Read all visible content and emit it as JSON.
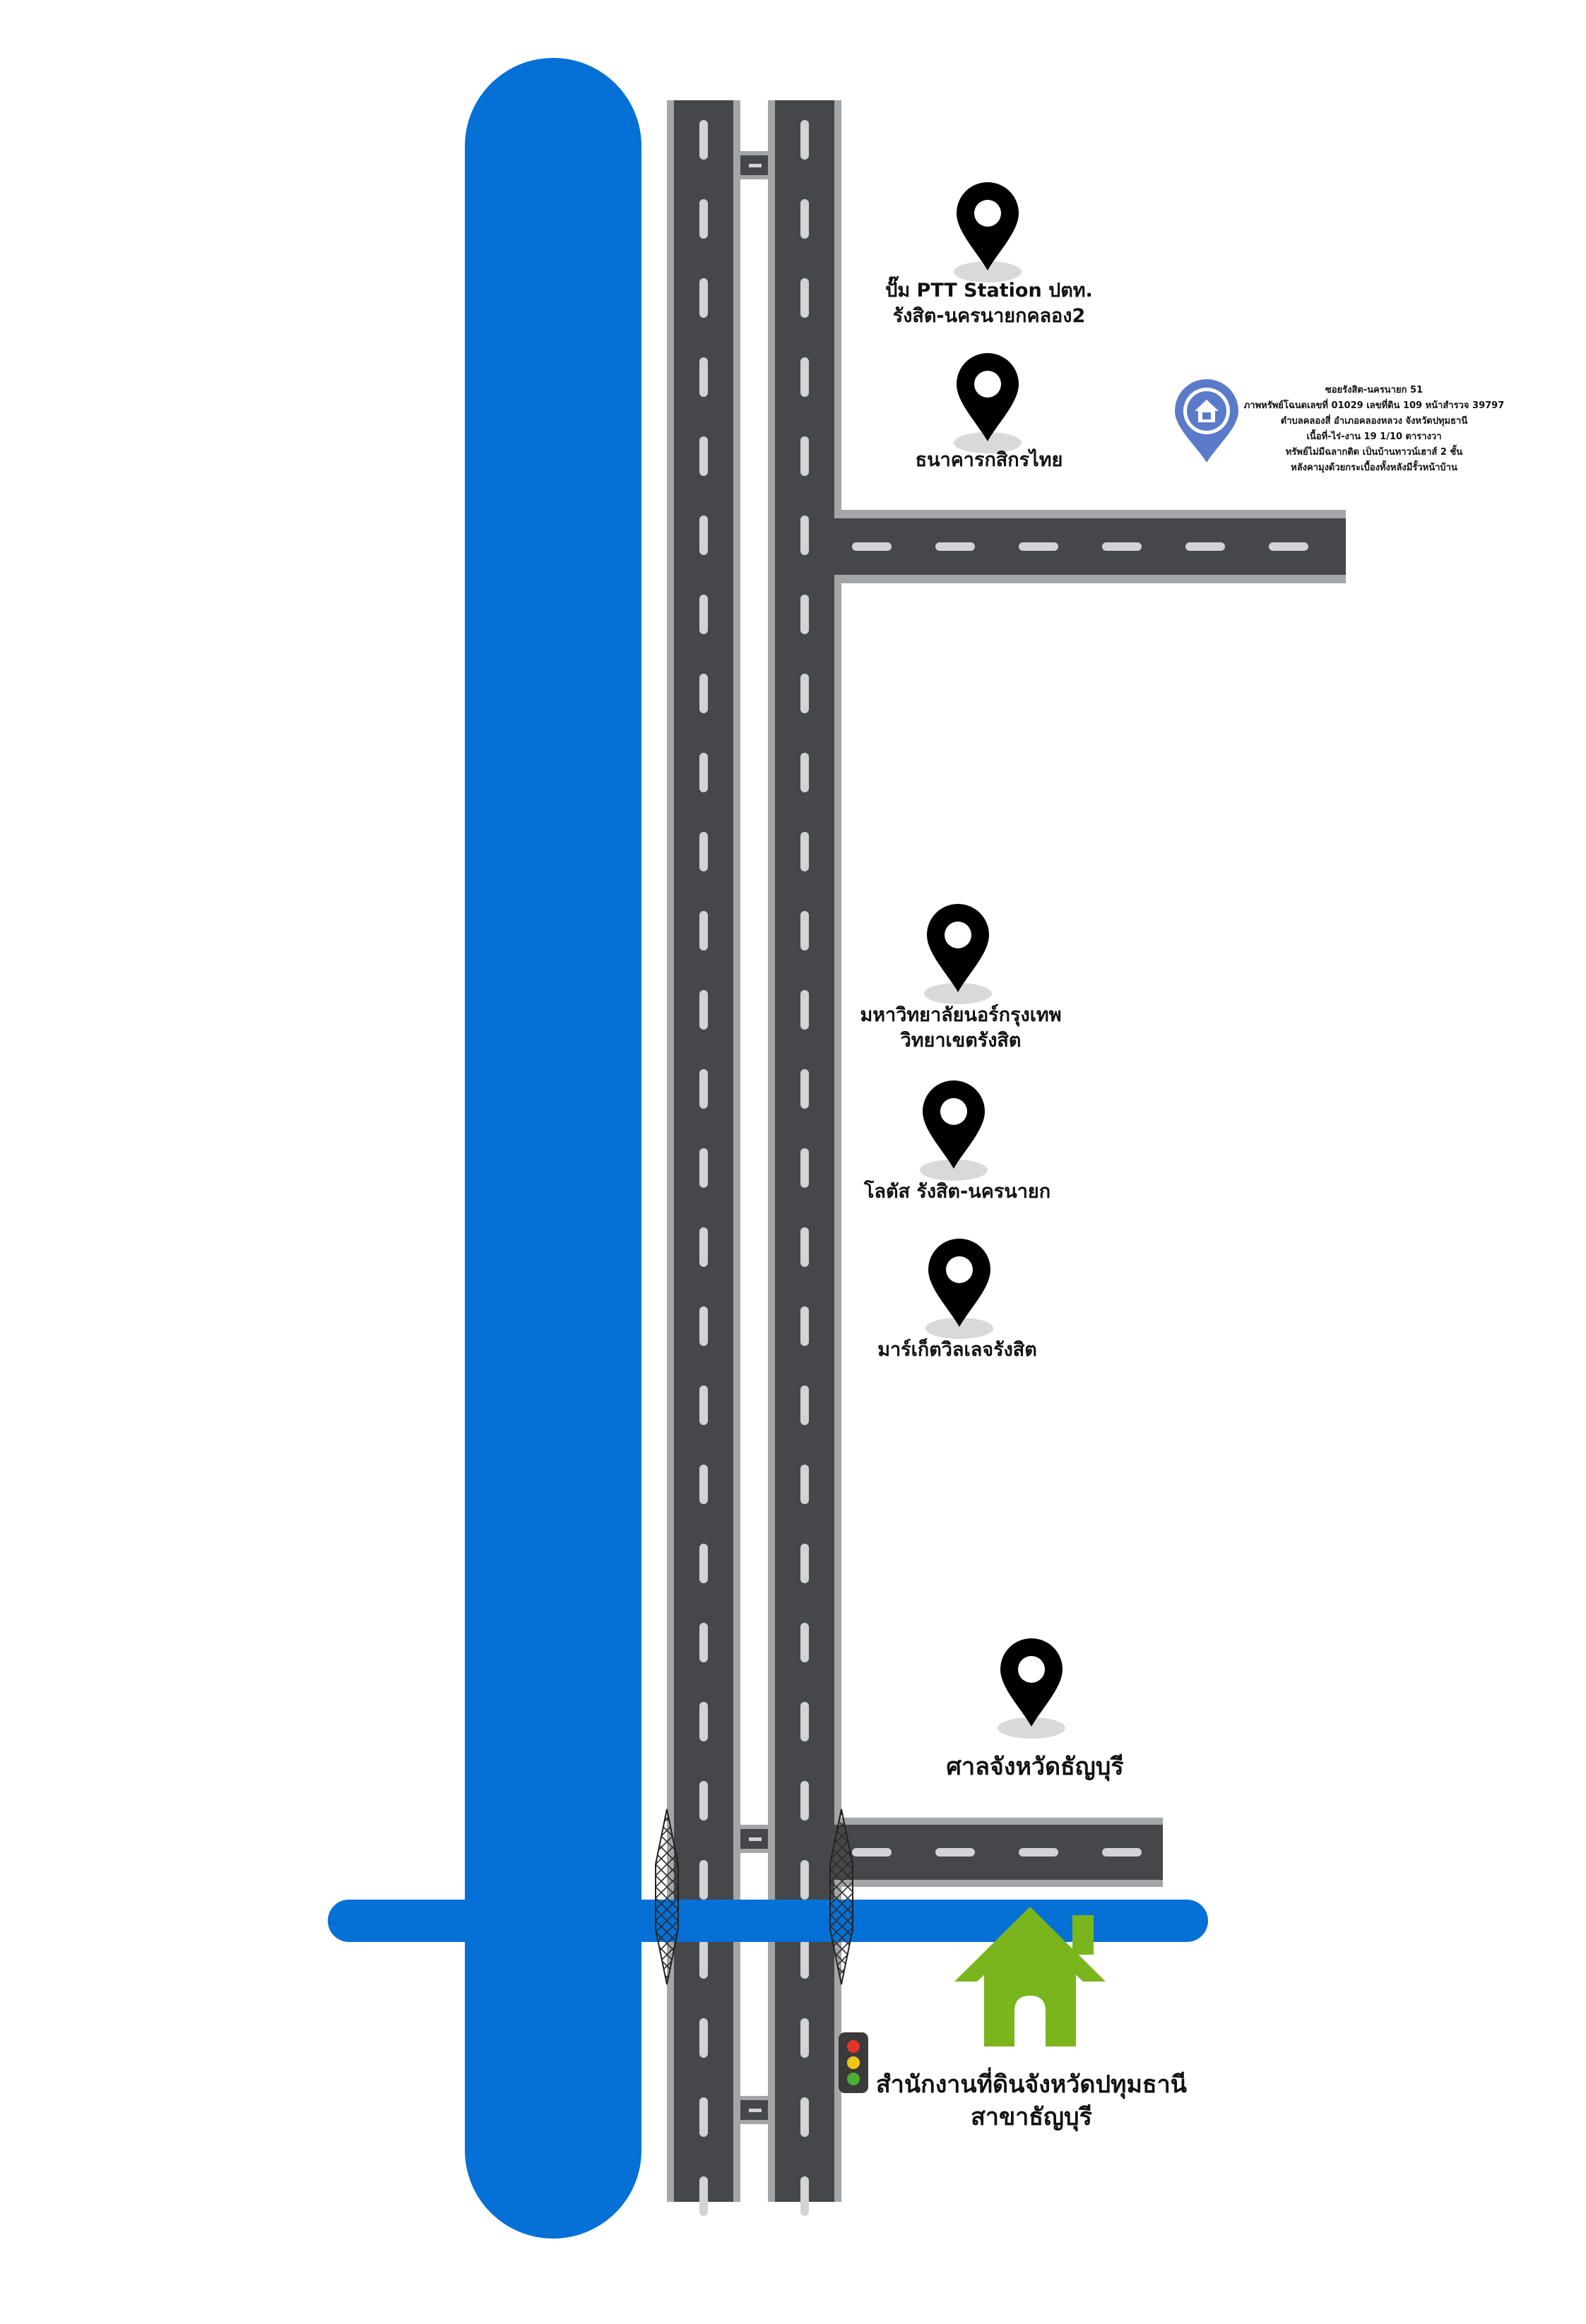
{
  "colors": {
    "canal": "#0570d6",
    "road": "#45474b",
    "road_edge": "#a4a5a7",
    "lane_mark": "#d3d3d5",
    "pin": "#000000",
    "pin_shadow": "#d9d9d9",
    "home_pin": "#5b7ac9",
    "office_house": "#7ab51d",
    "traffic_light": [
      "#e2342b",
      "#f2c418",
      "#4cae33"
    ]
  },
  "landmarks": [
    {
      "id": "ptt",
      "icon": "map-pin-icon",
      "lines": [
        "ปั๊ม PTT Station ปตท.",
        "รังสิต-นครนายกคลอง2"
      ]
    },
    {
      "id": "kbank",
      "icon": "map-pin-icon",
      "lines": [
        "ธนาคารกสิกรไทย"
      ]
    },
    {
      "id": "university",
      "icon": "map-pin-icon",
      "lines": [
        "มหาวิทยาลัยนอร์กรุงเทพ",
        "วิทยาเขตรังสิต"
      ]
    },
    {
      "id": "lotus",
      "icon": "map-pin-icon",
      "lines": [
        "โลตัส รังสิต-นครนายก"
      ]
    },
    {
      "id": "market",
      "icon": "map-pin-icon",
      "lines": [
        "มาร์เก็ตวิลเลจรังสิต"
      ]
    },
    {
      "id": "court",
      "icon": "map-pin-icon",
      "lines": [
        "ศาลจังหวัดธัญบุรี"
      ]
    }
  ],
  "office": {
    "icon": "house-icon",
    "lines": [
      "สำนักงานที่ดินจังหวัดปทุมธานี",
      "สาขาธัญบุรี"
    ]
  },
  "property": {
    "icon": "home-pin-icon",
    "address_lines": [
      "ซอยรังสิต-นครนายก 51",
      "ภาพหรัพย์โฉนดเลขที่ 01029 เลขที่ดิน 109 หน้าสำรวจ 39797",
      "ตำบลคลองสี่ อำเภอคลองหลวง จังหวัดปทุมธานี",
      "เนื้อที่-ไร่-งาน 19 1/10 ตารางวา",
      "ทรัพย์ไม่มีฉลากติด เป็นบ้านทาวน์เฮาส์ 2 ชั้น",
      "หลังคามุงด้วยกระเบื้องทั้งหลังมีรั้วหน้าบ้าน"
    ]
  }
}
